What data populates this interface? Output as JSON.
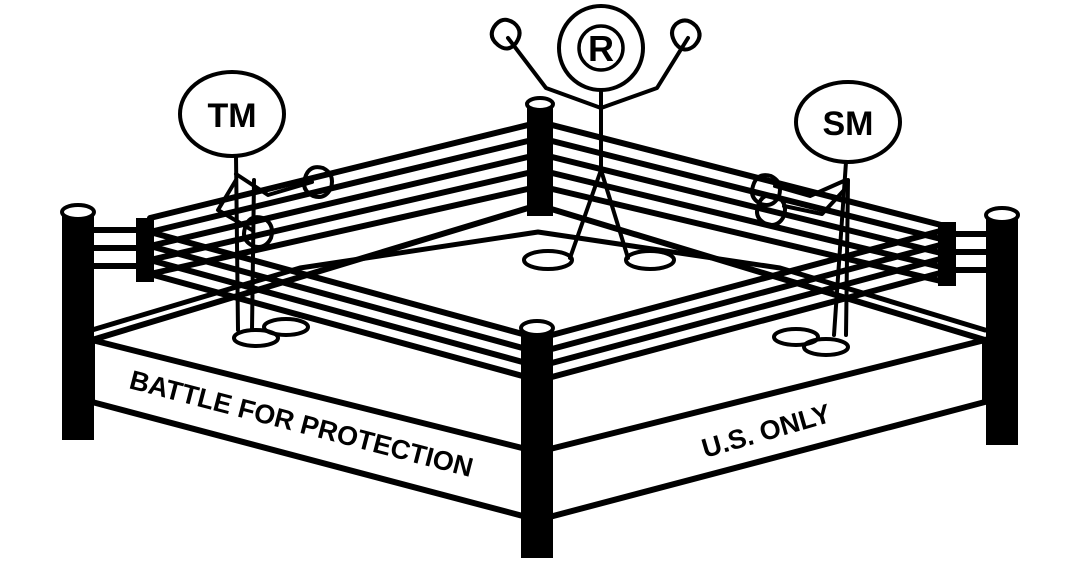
{
  "characters": {
    "left": {
      "label": "TM"
    },
    "center": {
      "label": "R"
    },
    "right": {
      "label": "SM"
    }
  },
  "apron": {
    "left_text": "BATTLE FOR PROTECTION",
    "right_text": "U.S. ONLY"
  },
  "colors": {
    "ink": "#000000",
    "background": "#ffffff"
  }
}
